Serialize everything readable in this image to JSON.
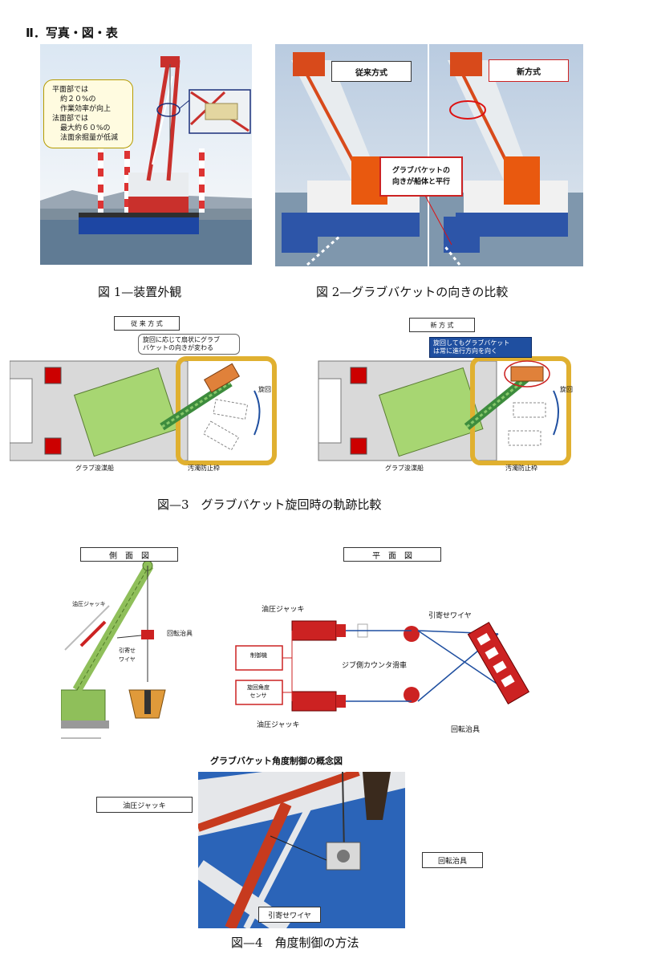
{
  "section_heading": "Ⅱ．写真・図・表",
  "fig1": {
    "note_lines": [
      "平面部では",
      "約２０%の",
      "作業効率が向上",
      "法面部では",
      "最大約６０%の",
      "法面余掘量が低減"
    ],
    "caption": "図 1—装置外観"
  },
  "fig2": {
    "label_old": "従来方式",
    "label_new": "新方式",
    "callout_lines": [
      "グラブバケットの",
      "向きが船体と平行"
    ],
    "caption": "図 2—グラブバケットの向きの比較"
  },
  "fig3": {
    "left_title": "従 来 方 式",
    "right_title": "新 方 式",
    "left_note_lines": [
      "旋回に応じて扇状にグラブ",
      "バケットの向きが変わる"
    ],
    "right_note_lines": [
      "旋回してもグラブバケット",
      "は常に進行方向を向く"
    ],
    "label_rotation": "旋回",
    "label_ship": "グラブ浚渫船",
    "label_frame": "汚濁防止枠",
    "caption": "図—3　グラブバケット旋回時の軌跡比較"
  },
  "fig4": {
    "side_title": "側　面　図",
    "plan_title": "平　面　図",
    "label_jack": "油圧ジャッキ",
    "label_rotary": "回転治具",
    "label_wire_side": [
      "引寄せ",
      "ワイヤ"
    ],
    "label_wire": "引寄せワイヤ",
    "label_controller": "制御機",
    "label_sensor_lines": [
      "旋回角度",
      "センサ"
    ],
    "label_pulley": "ジブ側カウンタ滑車",
    "concept_title": "グラブバケット角度制御の概念図",
    "photo_label_jack": "油圧ジャッキ",
    "photo_label_rotary": "回転治具",
    "photo_label_wire": "引寄せワイヤ",
    "caption": "図—4　角度制御の方法"
  }
}
